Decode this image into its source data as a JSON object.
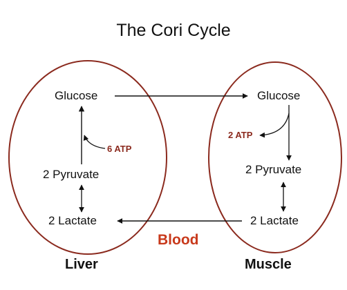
{
  "title": "The Cori Cycle",
  "colors": {
    "ellipse": "#8B2A1E",
    "atp": "#8B2A1E",
    "blood": "#C8391B",
    "arrow": "#111111"
  },
  "liver": {
    "label": "Liver",
    "glucose": "Glucose",
    "pyruvate": "2 Pyruvate",
    "lactate": "2 Lactate",
    "atp": "6 ATP"
  },
  "muscle": {
    "label": "Muscle",
    "glucose": "Glucose",
    "pyruvate": "2 Pyruvate",
    "lactate": "2 Lactate",
    "atp": "2 ATP"
  },
  "blood_label": "Blood"
}
